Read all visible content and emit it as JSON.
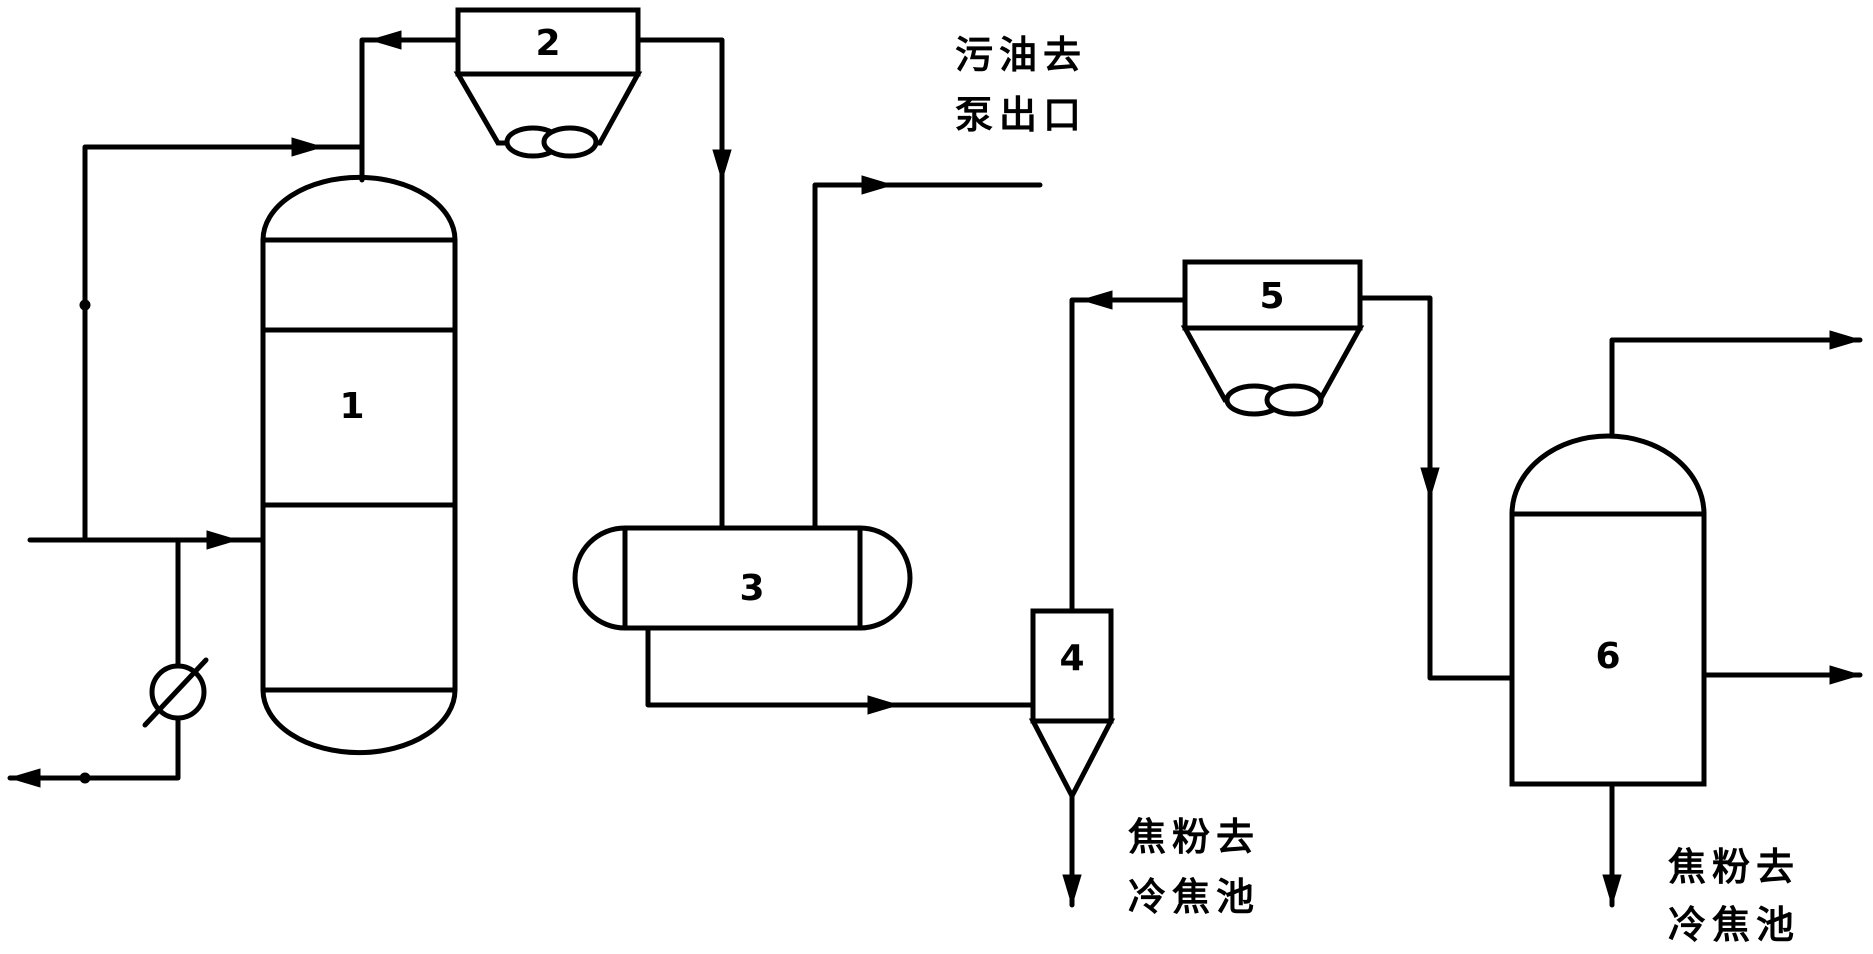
{
  "equipment": {
    "e1": "1",
    "e2": "2",
    "e3": "3",
    "e4": "4",
    "e5": "5",
    "e6": "6"
  },
  "notes": {
    "dirty_oil_line1": "污油去",
    "dirty_oil_line2": "泵出口",
    "coke_a_line1": "焦粉去",
    "coke_a_line2": "冷焦池",
    "coke_b_line1": "焦粉去",
    "coke_b_line2": "冷焦池"
  },
  "colors": {
    "line": "#000000",
    "background": "#ffffff"
  }
}
